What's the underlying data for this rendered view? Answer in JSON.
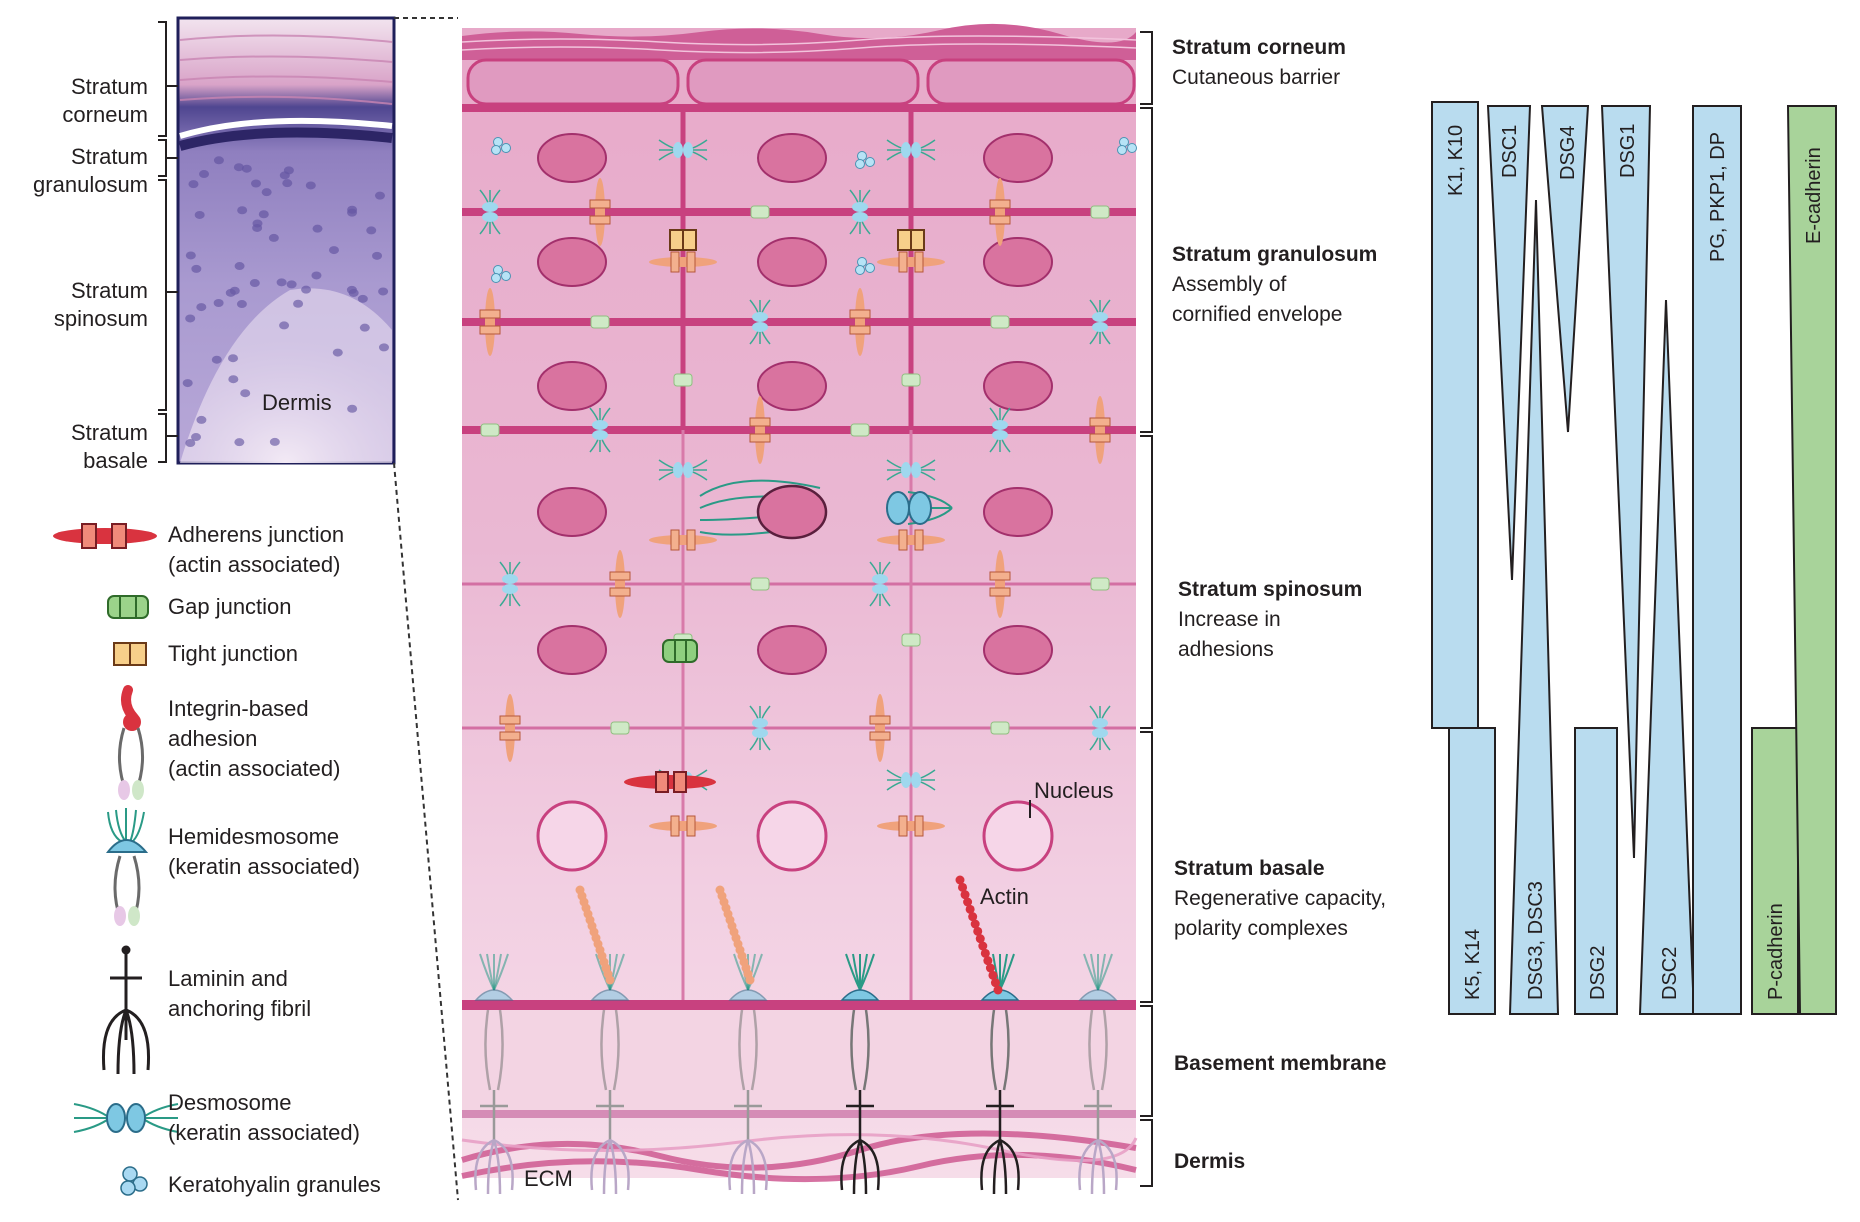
{
  "histology": {
    "labels": [
      {
        "lines": [
          "Stratum",
          "corneum"
        ]
      },
      {
        "lines": [
          "Stratum",
          "granulosum"
        ]
      },
      {
        "lines": [
          "Stratum",
          "spinosum"
        ]
      },
      {
        "lines": [
          "Stratum",
          "basale"
        ]
      }
    ],
    "dermis_label": "Dermis"
  },
  "legend": [
    {
      "icon": "adherens-junction-icon",
      "lines": [
        "Adherens junction",
        "(actin associated)"
      ]
    },
    {
      "icon": "gap-junction-icon",
      "lines": [
        "Gap junction"
      ]
    },
    {
      "icon": "tight-junction-icon",
      "lines": [
        "Tight junction"
      ]
    },
    {
      "icon": "integrin-adhesion-icon",
      "lines": [
        "Integrin-based",
        "adhesion",
        "(actin associated)"
      ]
    },
    {
      "icon": "hemidesmosome-icon",
      "lines": [
        "Hemidesmosome",
        "(keratin associated)"
      ]
    },
    {
      "icon": "laminin-fibril-icon",
      "lines": [
        "Laminin and",
        "anchoring fibril"
      ]
    },
    {
      "icon": "desmosome-icon",
      "lines": [
        "Desmosome",
        "(keratin associated)"
      ]
    },
    {
      "icon": "keratohyalin-granules-icon",
      "lines": [
        "Keratohyalin granules"
      ]
    }
  ],
  "layers": [
    {
      "title": "Stratum corneum",
      "desc": [
        "Cutaneous barrier"
      ]
    },
    {
      "title": "Stratum granulosum",
      "desc": [
        "Assembly of",
        "cornified envelope"
      ]
    },
    {
      "title": "Stratum spinosum",
      "desc": [
        "Increase in",
        "adhesions"
      ]
    },
    {
      "title": "Stratum basale",
      "desc": [
        "Regenerative capacity,",
        "polarity complexes"
      ]
    },
    {
      "title": "Basement membrane",
      "desc": []
    },
    {
      "title": "Dermis",
      "desc": []
    }
  ],
  "callouts": {
    "nucleus": "Nucleus",
    "actin": "Actin",
    "ecm": "ECM"
  },
  "bars": [
    {
      "label": "K1, K10"
    },
    {
      "label": "K5, K14"
    },
    {
      "label": "DSC1"
    },
    {
      "label": "DSG3, DSC3"
    },
    {
      "label": "DSG4"
    },
    {
      "label": "DSG2"
    },
    {
      "label": "DSG1"
    },
    {
      "label": "DSC2"
    },
    {
      "label": "PG, PKP1, DP"
    },
    {
      "label": "P-cadherin"
    },
    {
      "label": "E-cadherin"
    }
  ],
  "colors": {
    "tissue": "#e8b3d0",
    "membrane": "#c8417f",
    "nucleus": "#d9739f",
    "keratin_bar": "#b9dcef",
    "cadherin_bar": "#a8d39a",
    "adherens": "#e8916a",
    "desmosome": "#7ec8e3"
  }
}
